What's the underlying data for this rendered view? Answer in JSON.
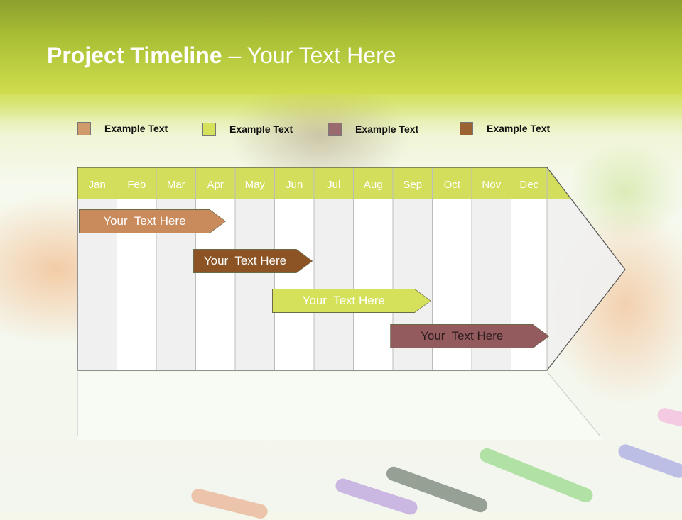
{
  "slide": {
    "title_bold": "Project Timeline",
    "title_rest": " – Your Text Here"
  },
  "legend": [
    {
      "label": "Example Text",
      "color": "#d19a6a"
    },
    {
      "label": "Example Text",
      "color": "#d6e15b"
    },
    {
      "label": "Example Text",
      "color": "#9a6a6e"
    },
    {
      "label": "Example Text",
      "color": "#9b6232"
    }
  ],
  "timeline": {
    "months": [
      "Jan",
      "Feb",
      "Mar",
      "Apr",
      "May",
      "Jun",
      "Jul",
      "Aug",
      "Sep",
      "Oct",
      "Nov",
      "Dec"
    ],
    "tasks": [
      {
        "label": "Your  Text Here",
        "color": "#c98a5c",
        "start_month": 0.05,
        "end_month": 3.75
      },
      {
        "label": "Your  Text Here",
        "color": "#8c5424",
        "start_month": 2.95,
        "end_month": 5.95
      },
      {
        "label": "Your  Text Here",
        "color": "#d6e15b",
        "start_month": 4.95,
        "end_month": 8.95
      },
      {
        "label": "Your  Text Here",
        "color": "#935b5e",
        "start_month": 7.95,
        "end_month": 11.95
      }
    ],
    "header_color": "#d3df5c",
    "stripe_colors": [
      "#f0f0f0",
      "#ffffff"
    ]
  }
}
